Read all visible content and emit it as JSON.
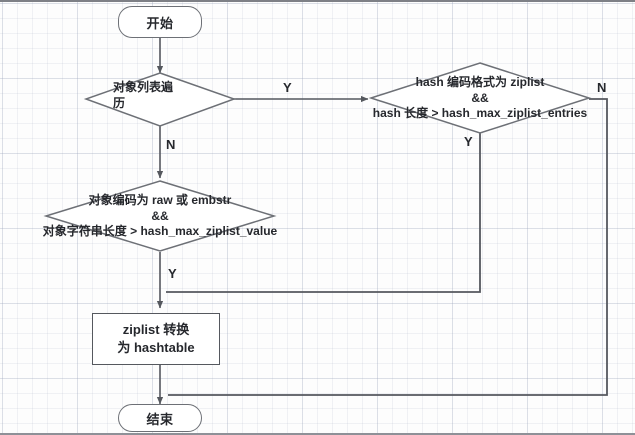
{
  "diagram": {
    "title": "Redis hash ziplist to hashtable conversion flowchart",
    "nodes": {
      "start": {
        "label": "开始",
        "type": "terminator"
      },
      "decision_iterate": {
        "label": "对象列表遍\n历",
        "type": "decision"
      },
      "decision_hash_encoding": {
        "label": "hash 编码格式为 ziplist\n&&\nhash 长度 > hash_max_ziplist_entries",
        "type": "decision"
      },
      "decision_object_encoding": {
        "label": "对象编码为 raw 或 embstr\n&&\n对象字符串长度 > hash_max_ziplist_value",
        "type": "decision"
      },
      "process_convert": {
        "label": "ziplist 转换\n为 hashtable",
        "type": "process"
      },
      "end": {
        "label": "结束",
        "type": "terminator"
      }
    },
    "edge_labels": {
      "iterate_yes": "Y",
      "iterate_no": "N",
      "hash_encoding_no": "N",
      "hash_encoding_yes": "Y",
      "object_encoding_yes": "Y"
    },
    "colors": {
      "stroke": "#6d7076",
      "text": "#26282d",
      "background": "#fdfdfd",
      "grid": "#96a0b9"
    }
  }
}
